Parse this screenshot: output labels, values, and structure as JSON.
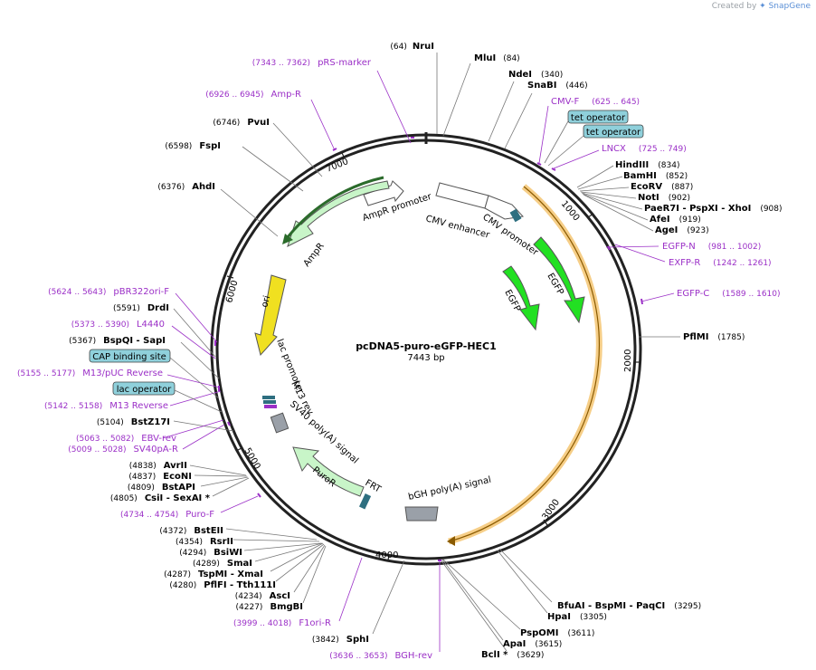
{
  "credit": {
    "prefix": "Created by",
    "brand": "SnapGene"
  },
  "plasmid": {
    "name": "pcDNA5-puro-eGFP-HEC1",
    "length": "7443 bp"
  },
  "ticks": [
    "1000",
    "2000",
    "3000",
    "4000",
    "5000",
    "6000",
    "7000"
  ],
  "enzymes": [
    {
      "pos": "(64)",
      "name": "NruI"
    },
    {
      "pos": "(84)",
      "name": "MluI"
    },
    {
      "pos": "(340)",
      "name": "NdeI"
    },
    {
      "pos": "(446)",
      "name": "SnaBI"
    },
    {
      "pos": "(834)",
      "name": "HindIII"
    },
    {
      "pos": "(852)",
      "name": "BamHI"
    },
    {
      "pos": "(887)",
      "name": "EcoRV"
    },
    {
      "pos": "(902)",
      "name": "NotI"
    },
    {
      "pos": "(908)",
      "name": "PaeR7I - PspXI - XhoI"
    },
    {
      "pos": "(919)",
      "name": "AfeI"
    },
    {
      "pos": "(923)",
      "name": "AgeI"
    },
    {
      "pos": "(1785)",
      "name": "PflMI"
    },
    {
      "pos": "(3295)",
      "name": "BfuAI - BspMI - PaqCI"
    },
    {
      "pos": "(3305)",
      "name": "HpaI"
    },
    {
      "pos": "(3611)",
      "name": "PspOMI"
    },
    {
      "pos": "(3615)",
      "name": "ApaI"
    },
    {
      "pos": "(3629)",
      "name": "BclI *"
    },
    {
      "pos": "(3842)",
      "name": "SphI"
    },
    {
      "pos": "(4227)",
      "name": "BmgBI"
    },
    {
      "pos": "(4234)",
      "name": "AscI"
    },
    {
      "pos": "(4280)",
      "name": "PflFI - Tth111I"
    },
    {
      "pos": "(4287)",
      "name": "TspMI - XmaI"
    },
    {
      "pos": "(4289)",
      "name": "SmaI"
    },
    {
      "pos": "(4294)",
      "name": "BsiWI"
    },
    {
      "pos": "(4354)",
      "name": "RsrII"
    },
    {
      "pos": "(4372)",
      "name": "BstEII"
    },
    {
      "pos": "(4805)",
      "name": "CsiI - SexAI *"
    },
    {
      "pos": "(4809)",
      "name": "BstAPI"
    },
    {
      "pos": "(4837)",
      "name": "EcoNI"
    },
    {
      "pos": "(4838)",
      "name": "AvrII"
    },
    {
      "pos": "(5104)",
      "name": "BstZ17I"
    },
    {
      "pos": "(5367)",
      "name": "BspQI - SapI"
    },
    {
      "pos": "(5591)",
      "name": "DrdI"
    },
    {
      "pos": "(6376)",
      "name": "AhdI"
    },
    {
      "pos": "(6598)",
      "name": "FspI"
    },
    {
      "pos": "(6746)",
      "name": "PvuI"
    }
  ],
  "primers": [
    {
      "range": "(7343 .. 7362)",
      "name": "pRS-marker"
    },
    {
      "range": "(6926 .. 6945)",
      "name": "Amp-R"
    },
    {
      "range": "(625 .. 645)",
      "name": "CMV-F"
    },
    {
      "range": "(725 .. 749)",
      "name": "LNCX"
    },
    {
      "range": "(981 .. 1002)",
      "name": "EGFP-N"
    },
    {
      "range": "(1242 .. 1261)",
      "name": "EXFP-R"
    },
    {
      "range": "(1589 .. 1610)",
      "name": "EGFP-C"
    },
    {
      "range": "(5624 .. 5643)",
      "name": "pBR322ori-F"
    },
    {
      "range": "(5373 .. 5390)",
      "name": "L4440"
    },
    {
      "range": "(5155 .. 5177)",
      "name": "M13/pUC Reverse"
    },
    {
      "range": "(5142 .. 5158)",
      "name": "M13 Reverse"
    },
    {
      "range": "(5063 .. 5082)",
      "name": "EBV-rev"
    },
    {
      "range": "(5009 .. 5028)",
      "name": "SV40pA-R"
    },
    {
      "range": "(4734 .. 4754)",
      "name": "Puro-F"
    },
    {
      "range": "(3999 .. 4018)",
      "name": "F1ori-R"
    },
    {
      "range": "(3636 .. 3653)",
      "name": "BGH-rev"
    }
  ],
  "boxed_labels": [
    "tet operator",
    "tet operator",
    "CAP binding site",
    "lac operator"
  ],
  "features": {
    "cmv_enhancer": "CMV enhancer",
    "cmv_promoter": "CMV promoter",
    "ampr_promoter": "AmpR promoter",
    "ampr": "AmpR",
    "egfp_outer": "EGFP",
    "egfp_inner": "EGFP",
    "ori": "ori",
    "lac_promoter": "lac promoter",
    "m13_rev": "M13 rev",
    "sv40_polya": "SV40 poly(A) signal",
    "puror": "PuroR",
    "frt": "FRT",
    "bgh_polya": "bGH poly(A) signal"
  },
  "colors": {
    "backbone": "#222222",
    "primer": "#9b30c7",
    "egfp": "#22e022",
    "ori": "#f0e020",
    "ampr": "#c8f5c8",
    "insert": "#f5c97a",
    "boxed_fill": "#8fd0db",
    "grey": "#9aa0a8"
  }
}
